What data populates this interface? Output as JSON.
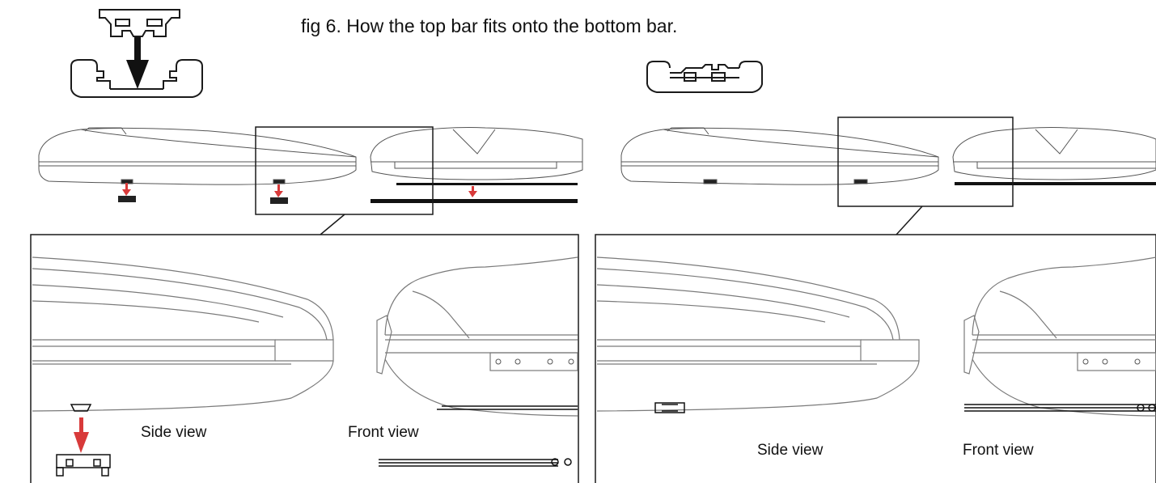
{
  "caption": "fig 6. How the top bar fits onto the bottom bar.",
  "panels": {
    "left": {
      "side_label": "Side view",
      "front_label": "Front view"
    },
    "right": {
      "side_label": "Side view",
      "front_label": "Front view"
    }
  },
  "colors": {
    "line": "#1a1a1a",
    "light_line": "#8a8a8a",
    "arrow_red": "#d83a3a",
    "arrow_black": "#111111"
  }
}
